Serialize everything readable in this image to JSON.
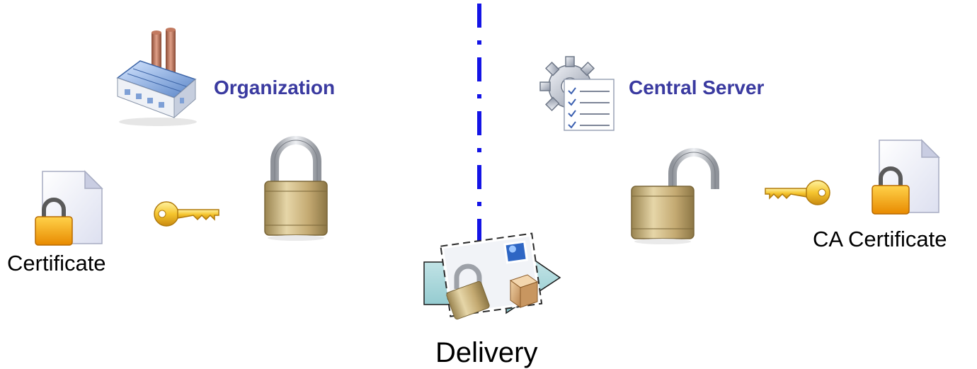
{
  "left": {
    "title": "Organization",
    "certificate_label": "Certificate"
  },
  "right": {
    "title": "Central Server",
    "certificate_label": "CA Certificate"
  },
  "center": {
    "delivery_label": "Delivery"
  },
  "colors": {
    "heading": "#3a3aa0",
    "divider": "#1414e6",
    "key_gold": "#f2c230",
    "lock_body": "#c9b07a",
    "shackle": "#b9bcc2",
    "cert_lock": "#f5a800"
  },
  "icons": {
    "factory": "factory-icon",
    "server": "gear-server-icon",
    "locked": "closed-padlock-icon",
    "unlocked": "open-padlock-icon",
    "key": "key-icon",
    "cert": "certificate-icon",
    "envelope": "envelope-icon"
  }
}
